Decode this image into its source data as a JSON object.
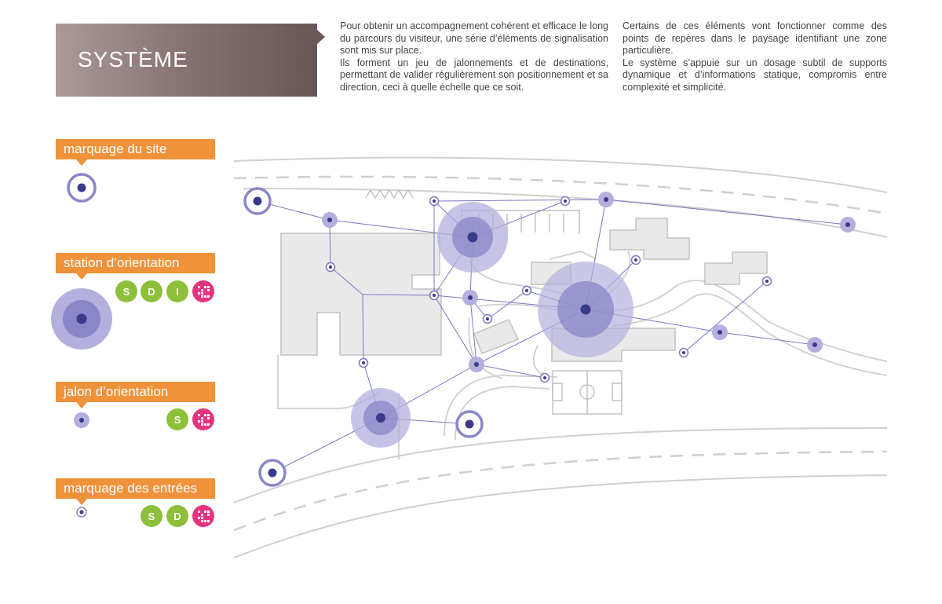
{
  "header": {
    "title": "SYSTÈME",
    "col1": [
      "Pour obtenir un accompagnement cohérent et efficace le long du parcours du visiteur, une série d’éléments de signalisation sont mis sur place.",
      "Ils forment un jeu de jalonnements et de destinations, permettant de valider régulièrement son positionne­ment et sa direction, ceci à quelle échelle que ce soit."
    ],
    "col2": [
      "Certains de ces éléments vont fonctionner comme des points de repères dans le paysage identifiant une zone particulière.",
      "Le système s’appuie sur un dosage subtil de sup­ports dynamique et d’informations statique, compro­mis entre complexité et simplicité."
    ]
  },
  "legend": [
    {
      "label": "marquage du site",
      "badges": []
    },
    {
      "label": "station d’orientation",
      "badges": [
        "S",
        "D",
        "I",
        "qr"
      ]
    },
    {
      "label": "jalon d’orientation",
      "badges": [
        "S",
        "qr"
      ]
    },
    {
      "label": "marquage des entrées",
      "badges": [
        "S",
        "D",
        "qr"
      ]
    }
  ],
  "colors": {
    "accent_orange": "#f0923a",
    "badge_green": "#8dbf3b",
    "badge_pink": "#e5337f",
    "node_dark": "#3a3a8c",
    "node_light": "#b3b0dd",
    "node_mid": "#8a86c8",
    "map_lines": "#c8c8c8",
    "building_fill": "#e9e9e9",
    "title_banner": "#7a6565"
  },
  "icons": {
    "qr_badge": "qr-code-icon"
  }
}
